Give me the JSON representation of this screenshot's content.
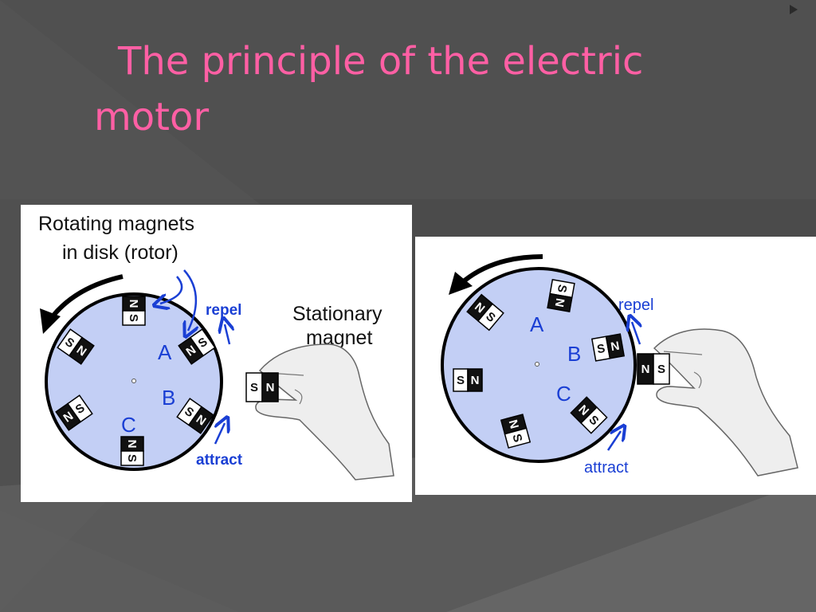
{
  "slide": {
    "title_line1": "The principle of the electric",
    "title_line2": "motor",
    "colors": {
      "title": "#ff5fa4",
      "background": "#4a4a4a",
      "rotor": "#c3cff5",
      "label_blue": "#1a3fd4"
    }
  },
  "left_diagram": {
    "rotor_caption_line1": "Rotating magnets",
    "rotor_caption_line2": "in disk (rotor)",
    "stationary_line1": "Stationary",
    "stationary_line2": "magnet",
    "label_a": "A",
    "label_b": "B",
    "label_c": "C",
    "repel": "repel",
    "attract": "attract",
    "pole_n": "N",
    "pole_s": "S"
  },
  "right_diagram": {
    "label_a": "A",
    "label_b": "B",
    "label_c": "C",
    "repel": "repel",
    "attract": "attract",
    "pole_n": "N",
    "pole_s": "S"
  },
  "icons": {
    "rotation": "curved-arrow-icon",
    "hand": "hand-icon",
    "corner": "triangle-bullet-icon"
  }
}
